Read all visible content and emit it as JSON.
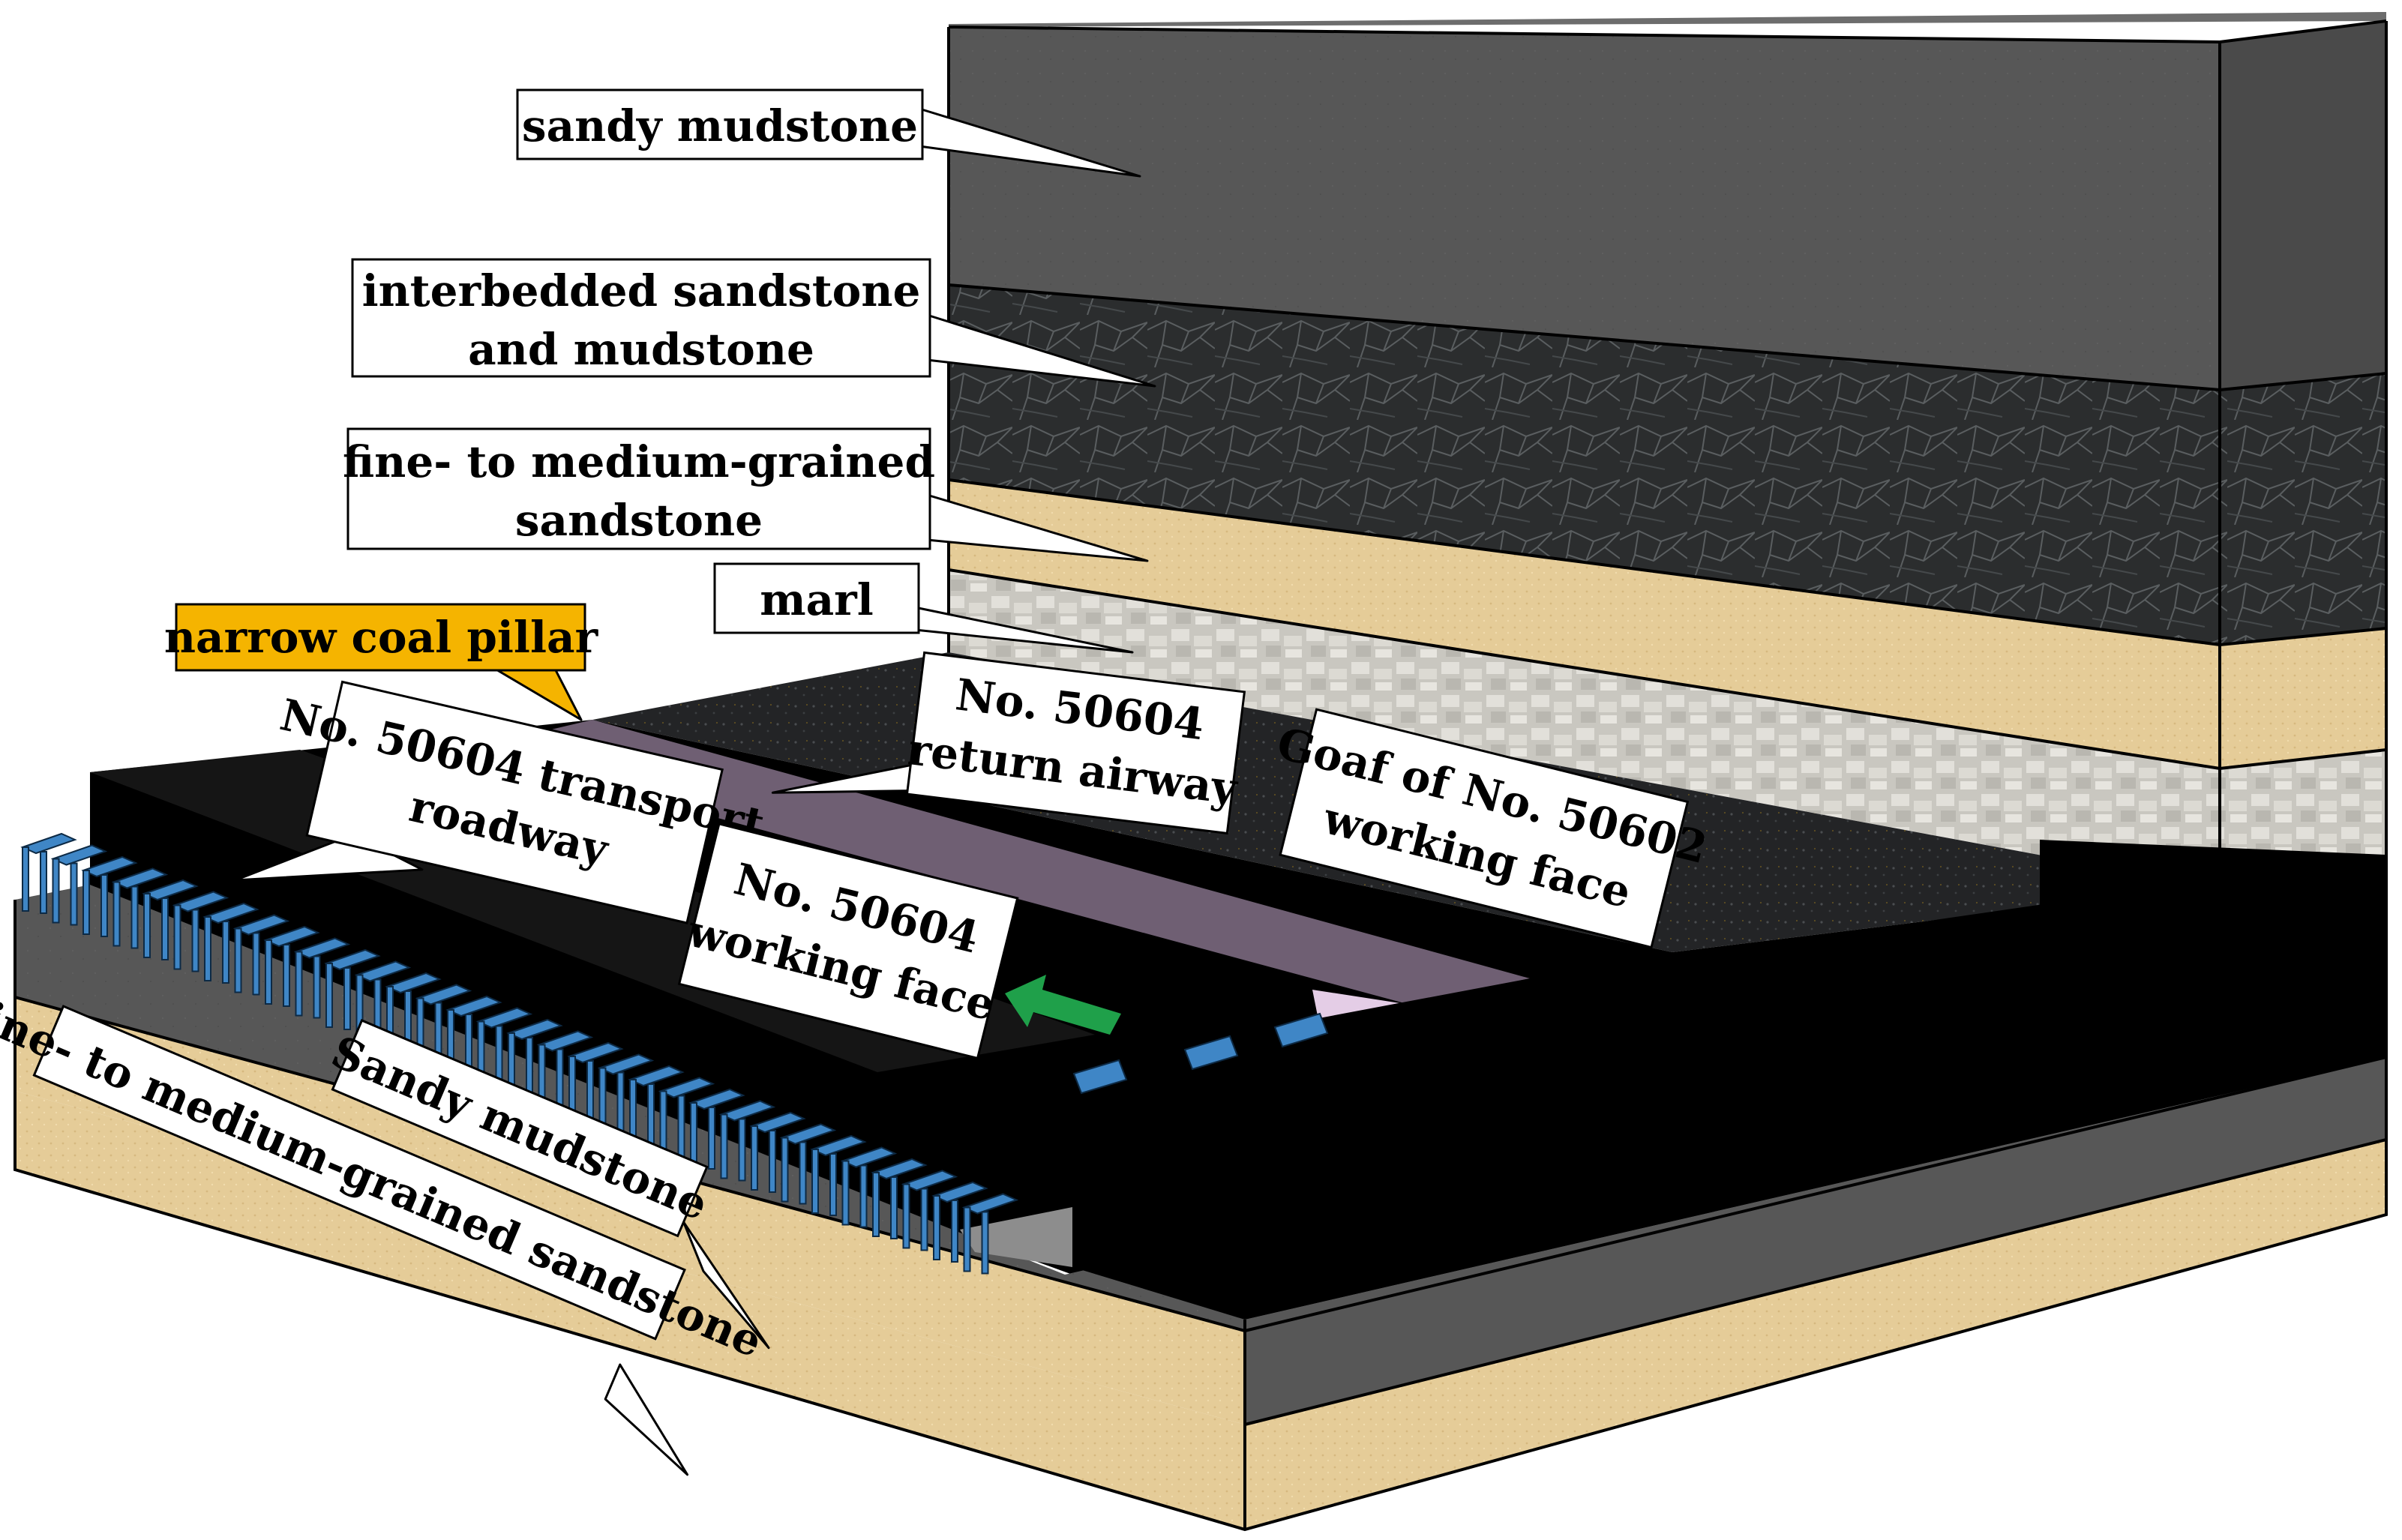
{
  "labels": {
    "sandy_mudstone_top": "sandy mudstone",
    "interbedded_line1": "interbedded sandstone",
    "interbedded_line2": "and mudstone",
    "fine_medium_line1": "fine- to medium-grained",
    "fine_medium_line2": "sandstone",
    "marl": "marl",
    "narrow_coal_pillar": "narrow coal pillar",
    "return_airway_line1": "No. 50604",
    "return_airway_line2": "return airway",
    "transport_roadway_line1": "No. 50604 transport",
    "transport_roadway_line2": "roadway",
    "goaf_line1": "Goaf of No. 50602",
    "goaf_line2": "working face",
    "working_face_line1": "No. 50604",
    "working_face_line2": "working face",
    "sandy_mudstone_floor": "Sandy mudstone",
    "fine_medium_floor": "Fine- to medium-grained sandstone"
  },
  "colors": {
    "sandy_mudstone": "#575757",
    "interbedded": "#2b2d2e",
    "sandstone": "#e5cc98",
    "marl": "#cfcdc6",
    "coal": "#000000",
    "roadway": "#6f5f73",
    "support": "#3f86c6",
    "arrow": "#1fa04a",
    "pillar_label": "#f5b400"
  },
  "icons": {
    "advance_arrow": "arrow-left-icon"
  }
}
